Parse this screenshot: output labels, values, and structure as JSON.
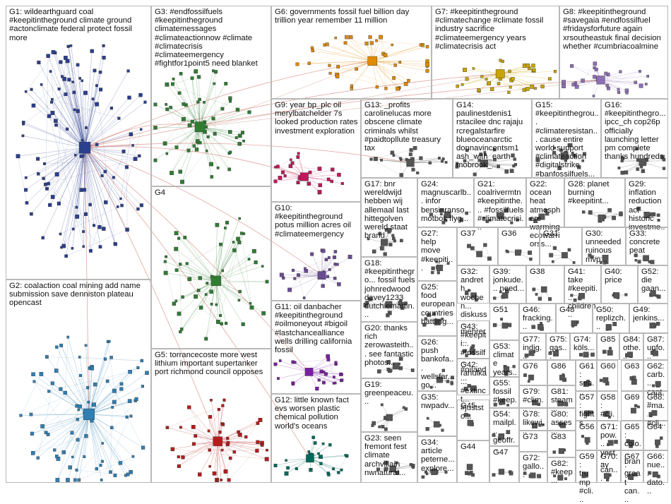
{
  "groups": [
    {
      "id": "G1",
      "label": "G1: wildearthguard coal #keepitintheground climate ground #actonclimate federal protect fossil more",
      "color": "#2b3f8f"
    },
    {
      "id": "G2",
      "label": "G2: coalaction coal mining add name submission save denniston plateau opencast",
      "color": "#2f7fb3"
    },
    {
      "id": "G3",
      "label": "G3: #endfossilfuels #keepitintheground climatemessages #climateactionnow #climate #climatecrisis #climateemergency #fightfor1point5 need blanket",
      "color": "#2e7d32"
    },
    {
      "id": "G4",
      "label": "G4",
      "color": "#2e7d32"
    },
    {
      "id": "G5",
      "label": "G5: torrancecoste more west lithium important supertanker port richmond council opposes",
      "color": "#b71c1c"
    },
    {
      "id": "G6",
      "label": "G6: governments fossil fuel billion day trillion year remember 11 million",
      "color": "#e08a00"
    },
    {
      "id": "G7",
      "label": "G7: #keepitintheground #climatechange #climate fossil industry sacrifice #climateemergency years #climatecrisis act",
      "color": "#c9a400"
    },
    {
      "id": "G8",
      "label": "G8: #keepitintheground #savegaia #endfossilfuel #fridaysforfuture again xrsoutheastuk final decision whether #cumbriacoalmine",
      "color": "#8e6fb5"
    },
    {
      "id": "G9",
      "label": "G9: year bp_plc oil merylbatchelder 7s looked production rates investment exploration",
      "color": "#c2185b"
    },
    {
      "id": "G10",
      "label": "G10: #keepitintheground potus million acres oil #climateemergency",
      "color": "#6a4c93"
    },
    {
      "id": "G11",
      "label": "G11: oil danbacher #keepitintheground #oilmoneyout #bigoil #lastchancealliance wells drilling california fossil",
      "color": "#7b1fa2"
    },
    {
      "id": "G12",
      "label": "G12: little known fact evs worsen plastic chemical pollution world's oceans",
      "color": "#00695c"
    },
    {
      "id": "G13",
      "label": "G13: _profits carolinelucas more obscene climate criminals whilst #paidtopllute treasury tax",
      "color": "#555555"
    },
    {
      "id": "G14",
      "label": "G14: paulinestdenis1 rstacilee dnc rajaju rcregalstarfire blueoceanarctic donnavincentsm1 ash_with_earth mobrook_...",
      "color": "#555555"
    },
    {
      "id": "G15",
      "label": "G15: #keepitinthegrou... #climateresistan... cause entire world support #climateaction #digitalstrike #banfossilfuels...",
      "color": "#555555"
    },
    {
      "id": "G16",
      "label": "G16: #keepitinthegro... ipcc_ch cop26p officially launching letter pm complete thanks hundreds",
      "color": "#555555"
    },
    {
      "id": "G17",
      "label": "G17: bnr wereldwijd hebben wij allemaal last hittegolven wereld staat brand",
      "color": "#555555"
    },
    {
      "id": "G18",
      "label": "G18: #keepitinthegro... fossil fuels johnredwood davey1233 dutchiemartin...",
      "color": "#555555"
    },
    {
      "id": "G19",
      "label": "G19: greenpeaceu...",
      "color": "#555555"
    },
    {
      "id": "G20",
      "label": "G20: thanks rich zerowasteith... see fantastic photos...",
      "color": "#555555"
    },
    {
      "id": "G21",
      "label": "G21: coalrivermtn #keepitinthe... #fossilfuels #climatecrisi...",
      "color": "#555555"
    },
    {
      "id": "G22",
      "label": "G22: ocean heat atmosphere warming ecowarriorss...",
      "color": "#555555"
    },
    {
      "id": "G23",
      "label": "G23: seen fremont fest climate archvillain nwnatural...",
      "color": "#555555"
    },
    {
      "id": "G24",
      "label": "G24: magnuscarlb... infor bensinranso... motbok flyg...",
      "color": "#555555"
    },
    {
      "id": "G25",
      "label": "G25: food european countries battling...",
      "color": "#555555"
    },
    {
      "id": "G26",
      "label": "G26: push bankofa... wellsfar... go...",
      "color": "#555555"
    },
    {
      "id": "G27",
      "label": "G27: help move #keepiti...",
      "color": "#555555"
    },
    {
      "id": "G28",
      "label": "G28: planet burning #keepitint...",
      "color": "#555555"
    },
    {
      "id": "G29",
      "label": "G29: inflation reduction act historic investme...",
      "color": "#555555"
    },
    {
      "id": "G30",
      "label": "G30: unneeded ruinous mvp...",
      "color": "#555555"
    },
    {
      "id": "G31",
      "label": "G31",
      "color": "#555555"
    },
    {
      "id": "G32",
      "label": "G32: andreth... wochen... diskuss... mehrer...",
      "color": "#555555"
    },
    {
      "id": "G33",
      "label": "G33: concrete peat",
      "color": "#555555"
    },
    {
      "id": "G34",
      "label": "G34: article peterne... explore...",
      "color": "#555555"
    },
    {
      "id": "G35",
      "label": "G35: nwpadv...",
      "color": "#555555"
    },
    {
      "id": "G36",
      "label": "G36",
      "color": "#555555"
    },
    {
      "id": "G37",
      "label": "G37",
      "color": "#555555"
    },
    {
      "id": "G38",
      "label": "G38",
      "color": "#555555"
    },
    {
      "id": "G39",
      "label": "G39: jonkude... need...",
      "color": "#555555"
    },
    {
      "id": "G40",
      "label": "G40: price",
      "color": "#555555"
    },
    {
      "id": "G41",
      "label": "G41: take #keepiti... children...",
      "color": "#555555"
    },
    {
      "id": "G42",
      "label": "G42: rahulka... #extinct... #juststo...",
      "color": "#555555"
    },
    {
      "id": "G43",
      "label": "G43: #keepiti... #fossilf... #oiland...",
      "color": "#555555"
    },
    {
      "id": "G44",
      "label": "G44",
      "color": "#555555"
    },
    {
      "id": "G45",
      "label": "G45",
      "color": "#555555"
    },
    {
      "id": "G46",
      "label": "G46: fracking...",
      "color": "#555555"
    },
    {
      "id": "G47",
      "label": "G47",
      "color": "#555555"
    },
    {
      "id": "G48",
      "label": "G48",
      "color": "#555555"
    },
    {
      "id": "G49",
      "label": "G49: jenkins...",
      "color": "#555555"
    },
    {
      "id": "G50",
      "label": "G50: replizch...",
      "color": "#555555"
    },
    {
      "id": "G51",
      "label": "G51",
      "color": "#555555"
    },
    {
      "id": "G52",
      "label": "G52: die gaan...",
      "color": "#555555"
    },
    {
      "id": "G53",
      "label": "G53: climate years...",
      "color": "#555555"
    },
    {
      "id": "G54",
      "label": "G54: mailpl... geoffr...",
      "color": "#555555"
    },
    {
      "id": "G55",
      "label": "G55: fossil #keep...",
      "color": "#555555"
    },
    {
      "id": "G56",
      "label": "G56",
      "color": "#555555"
    },
    {
      "id": "G57",
      "label": "G57: fights",
      "color": "#555555"
    },
    {
      "id": "G58",
      "label": "G58: #cli...",
      "color": "#555555"
    },
    {
      "id": "G59",
      "label": "G59: trump #cli...",
      "color": "#555555"
    },
    {
      "id": "G60",
      "label": "G60",
      "color": "#555555"
    },
    {
      "id": "G61",
      "label": "G61: sea...",
      "color": "#555555"
    },
    {
      "id": "G62",
      "label": "G62: carb... capt...",
      "color": "#555555"
    },
    {
      "id": "G63",
      "label": "G63",
      "color": "#555555"
    },
    {
      "id": "G64",
      "label": "G64",
      "color": "#555555"
    },
    {
      "id": "G65",
      "label": "G65: colo... bran...",
      "color": "#555555"
    },
    {
      "id": "G66",
      "label": "G66: nue... dato...",
      "color": "#555555"
    },
    {
      "id": "G67",
      "label": "G67: great can...",
      "color": "#555555"
    },
    {
      "id": "G68",
      "label": "G68: #ma... #cli...",
      "color": "#555555"
    },
    {
      "id": "G69",
      "label": "G69",
      "color": "#555555"
    },
    {
      "id": "G70",
      "label": "G70: ay",
      "color": "#555555"
    },
    {
      "id": "G71",
      "label": "G71: pow... yest... can...",
      "color": "#555555"
    },
    {
      "id": "G72",
      "label": "G72: gallo...",
      "color": "#555555"
    },
    {
      "id": "G73",
      "label": "G73",
      "color": "#555555"
    },
    {
      "id": "G74",
      "label": "G74: köls...",
      "color": "#555555"
    },
    {
      "id": "G75",
      "label": "G75: gas...",
      "color": "#555555"
    },
    {
      "id": "G76",
      "label": "G76",
      "color": "#555555"
    },
    {
      "id": "G77",
      "label": "G77: indig...",
      "color": "#555555"
    },
    {
      "id": "G78",
      "label": "G78: likewi...",
      "color": "#555555"
    },
    {
      "id": "G79",
      "label": "G79: #clim...",
      "color": "#555555"
    },
    {
      "id": "G80",
      "label": "G80: asses...",
      "color": "#555555"
    },
    {
      "id": "G81",
      "label": "G81: steam...",
      "color": "#555555"
    },
    {
      "id": "G82",
      "label": "G82: #keep...",
      "color": "#555555"
    },
    {
      "id": "G83",
      "label": "G83",
      "color": "#555555"
    },
    {
      "id": "G84",
      "label": "G84: othe...",
      "color": "#555555"
    },
    {
      "id": "G85",
      "label": "G85",
      "color": "#555555"
    },
    {
      "id": "G86",
      "label": "G86",
      "color": "#555555"
    },
    {
      "id": "G87",
      "label": "G87: unfo...",
      "color": "#555555"
    }
  ]
}
